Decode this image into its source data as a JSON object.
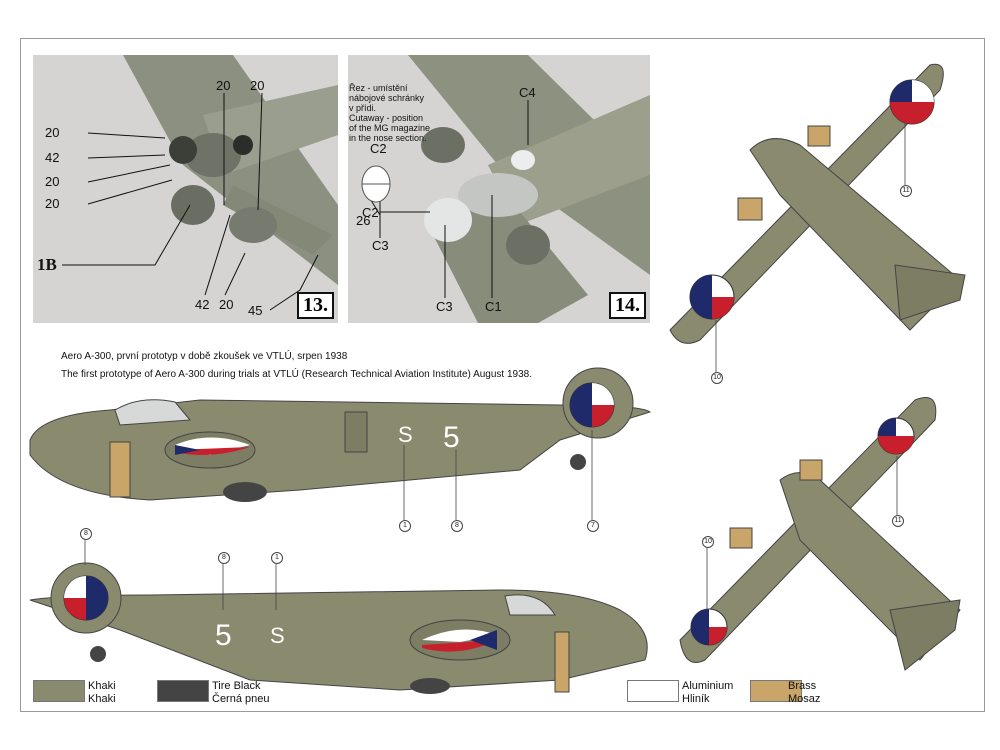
{
  "photos": [
    {
      "number": "13.",
      "labels": [
        "20",
        "20",
        "20",
        "42",
        "20",
        "20",
        "1B",
        "42",
        "20",
        "45"
      ]
    },
    {
      "number": "14.",
      "note_lines": [
        "Řez - umístění",
        "nábojové schránky",
        "v přídi.",
        "Cutaway - position",
        "of the MG magazine",
        "in the nose section."
      ],
      "labels": [
        "C4",
        "C2",
        "C2",
        "26",
        "C3",
        "C3",
        "C1"
      ]
    }
  ],
  "captions": {
    "czech": "Aero A-300, první prototyp v době zkoušek ve VTLÚ, srpen 1938",
    "english": "The first prototype of Aero A-300 during trials at VTLÚ (Research Technical Aviation Institute) August 1938."
  },
  "fuselage_marks": {
    "code_s": "S",
    "code_5": "5"
  },
  "callouts": {
    "side1": [
      "1",
      "8",
      "7"
    ],
    "side2": [
      "8",
      "8",
      "1"
    ],
    "top1": [
      "11",
      "10"
    ],
    "top2": [
      "10",
      "11"
    ]
  },
  "legend": [
    {
      "color": "#8a8a6f",
      "line1": "Khaki",
      "line2": "Khaki"
    },
    {
      "color": "#444444",
      "line1": "Tire Black",
      "line2": "Černá pneu"
    },
    {
      "color": "#ffffff",
      "line1": "Aluminium",
      "line2": "Hliník"
    },
    {
      "color": "#c9a56a",
      "line1": "Brass",
      "line2": "Mosaz"
    }
  ]
}
